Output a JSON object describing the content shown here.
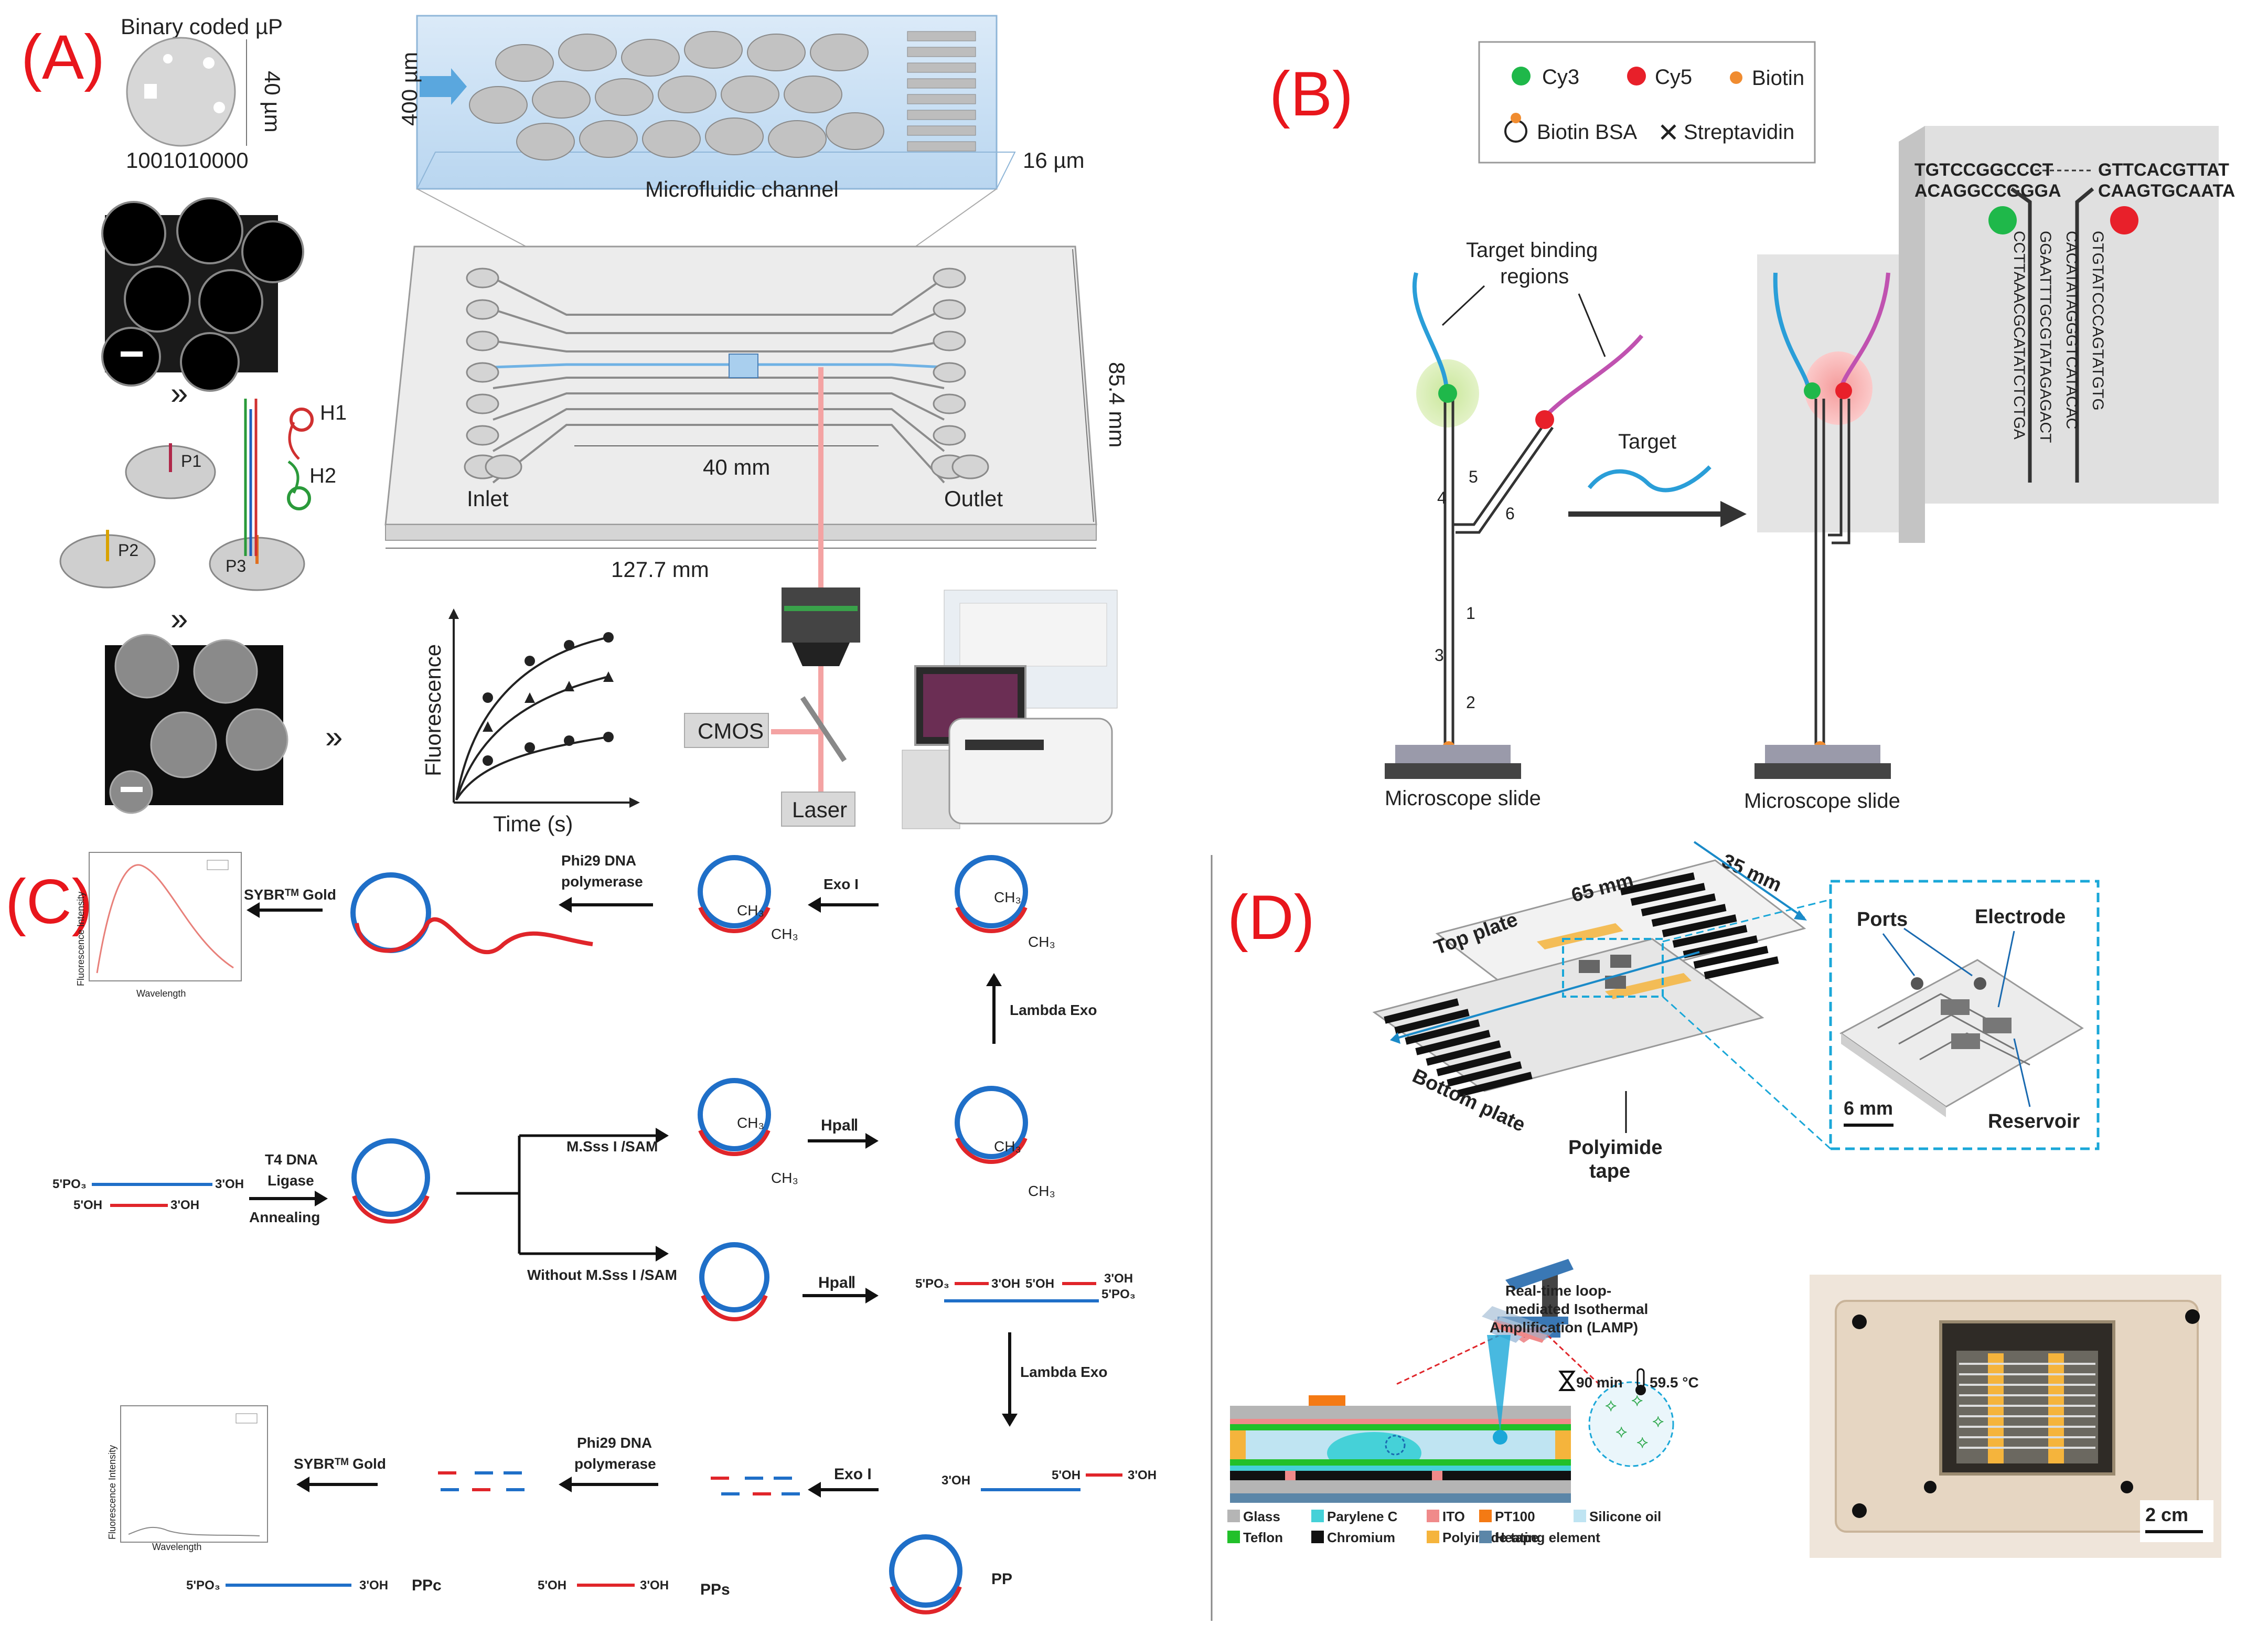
{
  "panels": {
    "a": "(A)",
    "b": "(B)",
    "c": "(C)",
    "d": "(D)"
  },
  "panel_a": {
    "micro_title": "Binary coded µP",
    "micro_dim": "40 µm",
    "micro_code": "1001010000",
    "channel_height": "400 µm",
    "channel_depth": "16 µm",
    "channel_label": "Microfluidic channel",
    "chip_width": "85.4 mm",
    "chip_channel_len": "40 mm",
    "chip_length": "127.7 mm",
    "inlet": "Inlet",
    "outlet": "Outlet",
    "h1": "H1",
    "h2": "H2",
    "p1": "P1",
    "p2": "P2",
    "p3": "P3",
    "ylabel": "Fluorescence",
    "xlabel": "Time (s)",
    "cmos": "CMOS",
    "laser": "Laser",
    "arrows": "»"
  },
  "panel_b": {
    "legend": {
      "cy3": "Cy3",
      "cy5": "Cy5",
      "biotin": "Biotin",
      "biotin_bsa": "Biotin BSA",
      "streptavidin": "Streptavidin"
    },
    "target_binding_1": "Target binding",
    "target_binding_2": "regions",
    "target": "Target",
    "slide_1": "Microscope slide",
    "slide_2": "Microscope slide",
    "num1": "1",
    "num2": "2",
    "num3": "3",
    "num4": "4",
    "num5": "5",
    "num6": "6",
    "seq_blue_1": "TGTCCGGCCCT",
    "seq_blue_2": "ACAGGCCGGGA",
    "seq_pink_1": "GTTCACGTTAT",
    "seq_pink_2": "CAAGTGCAATA",
    "seq_v1": "CCTTAAACGCATATCTCTGA",
    "seq_v2": "GGAATTTGCGTATAGAGACT",
    "seq_v3": "CACATATAGGGTCATACAC",
    "seq_v4": "GTGTATCCCAGTATGTG"
  },
  "panel_c": {
    "sybr_top": "SYBRᵀᴹ Gold",
    "sybr_bottom": "SYBRᵀᴹ Gold",
    "phi29_top_1": "Phi29 DNA",
    "phi29_top_2": "polymerase",
    "phi29_bot_1": "Phi29 DNA",
    "phi29_bot_2": "polymerase",
    "exo_top": "Exo I",
    "exo_bot": "Exo I",
    "lambda_top": "Lambda Exo",
    "lambda_bot": "Lambda Exo",
    "t4_1": "T4 DNA",
    "t4_2": "Ligase",
    "annealing": "Annealing",
    "mss": "M.Sss I /SAM",
    "without_mss": "Without M.Sss I /SAM",
    "hpa_top": "HpaⅡ",
    "hpa_bot": "HpaⅡ",
    "ch3": "CH₃",
    "oligo_5po": "5'PO₃",
    "oligo_3oh": "3'OH",
    "oligo_5oh": "5'OH",
    "frag_5po": "5'PO₃",
    "frag_3oh": "3'OH",
    "frag_5oh": "5'OH",
    "frag_3oh_b": "3'OH",
    "frag_5po_b": "5'PO₃",
    "prod_3oh": "3'OH",
    "prod_5oh": "5'OH",
    "prod_3oh_b": "3'OH",
    "ppc": "PPc",
    "pps": "PPs",
    "pp": "PP",
    "spec_ylabel": "Fluorescence Intensity",
    "spec_xlabel": "Wavelength"
  },
  "panel_d": {
    "top_plate": "Top plate",
    "bottom_plate": "Bottom plate",
    "dim_65": "65 mm",
    "dim_35": "35 mm",
    "polyimide_1": "Polyimide",
    "polyimide_2": "tape",
    "ports": "Ports",
    "electrode": "Electrode",
    "reservoir": "Reservoir",
    "scale_6mm": "6 mm",
    "lamp_1": "Real-time loop-",
    "lamp_2": "mediated Isothermal",
    "lamp_3": "Amplification (LAMP)",
    "time": "90 min",
    "temp": "59.5 °C",
    "scale_2cm": "2 cm",
    "legend": [
      {
        "label": "Glass",
        "color": "#b5b5b5"
      },
      {
        "label": "Parylene C",
        "color": "#45d1d8"
      },
      {
        "label": "ITO",
        "color": "#f08a8a"
      },
      {
        "label": "PT100",
        "color": "#f47a14"
      },
      {
        "label": "Silicone oil",
        "color": "#bfe4f2"
      },
      {
        "label": "Teflon",
        "color": "#22c02a"
      },
      {
        "label": "Chromium",
        "color": "#111111"
      },
      {
        "label": "Polyimide tape",
        "color": "#f5b43c"
      },
      {
        "label": "Heating element",
        "color": "#5b86a8"
      }
    ]
  }
}
